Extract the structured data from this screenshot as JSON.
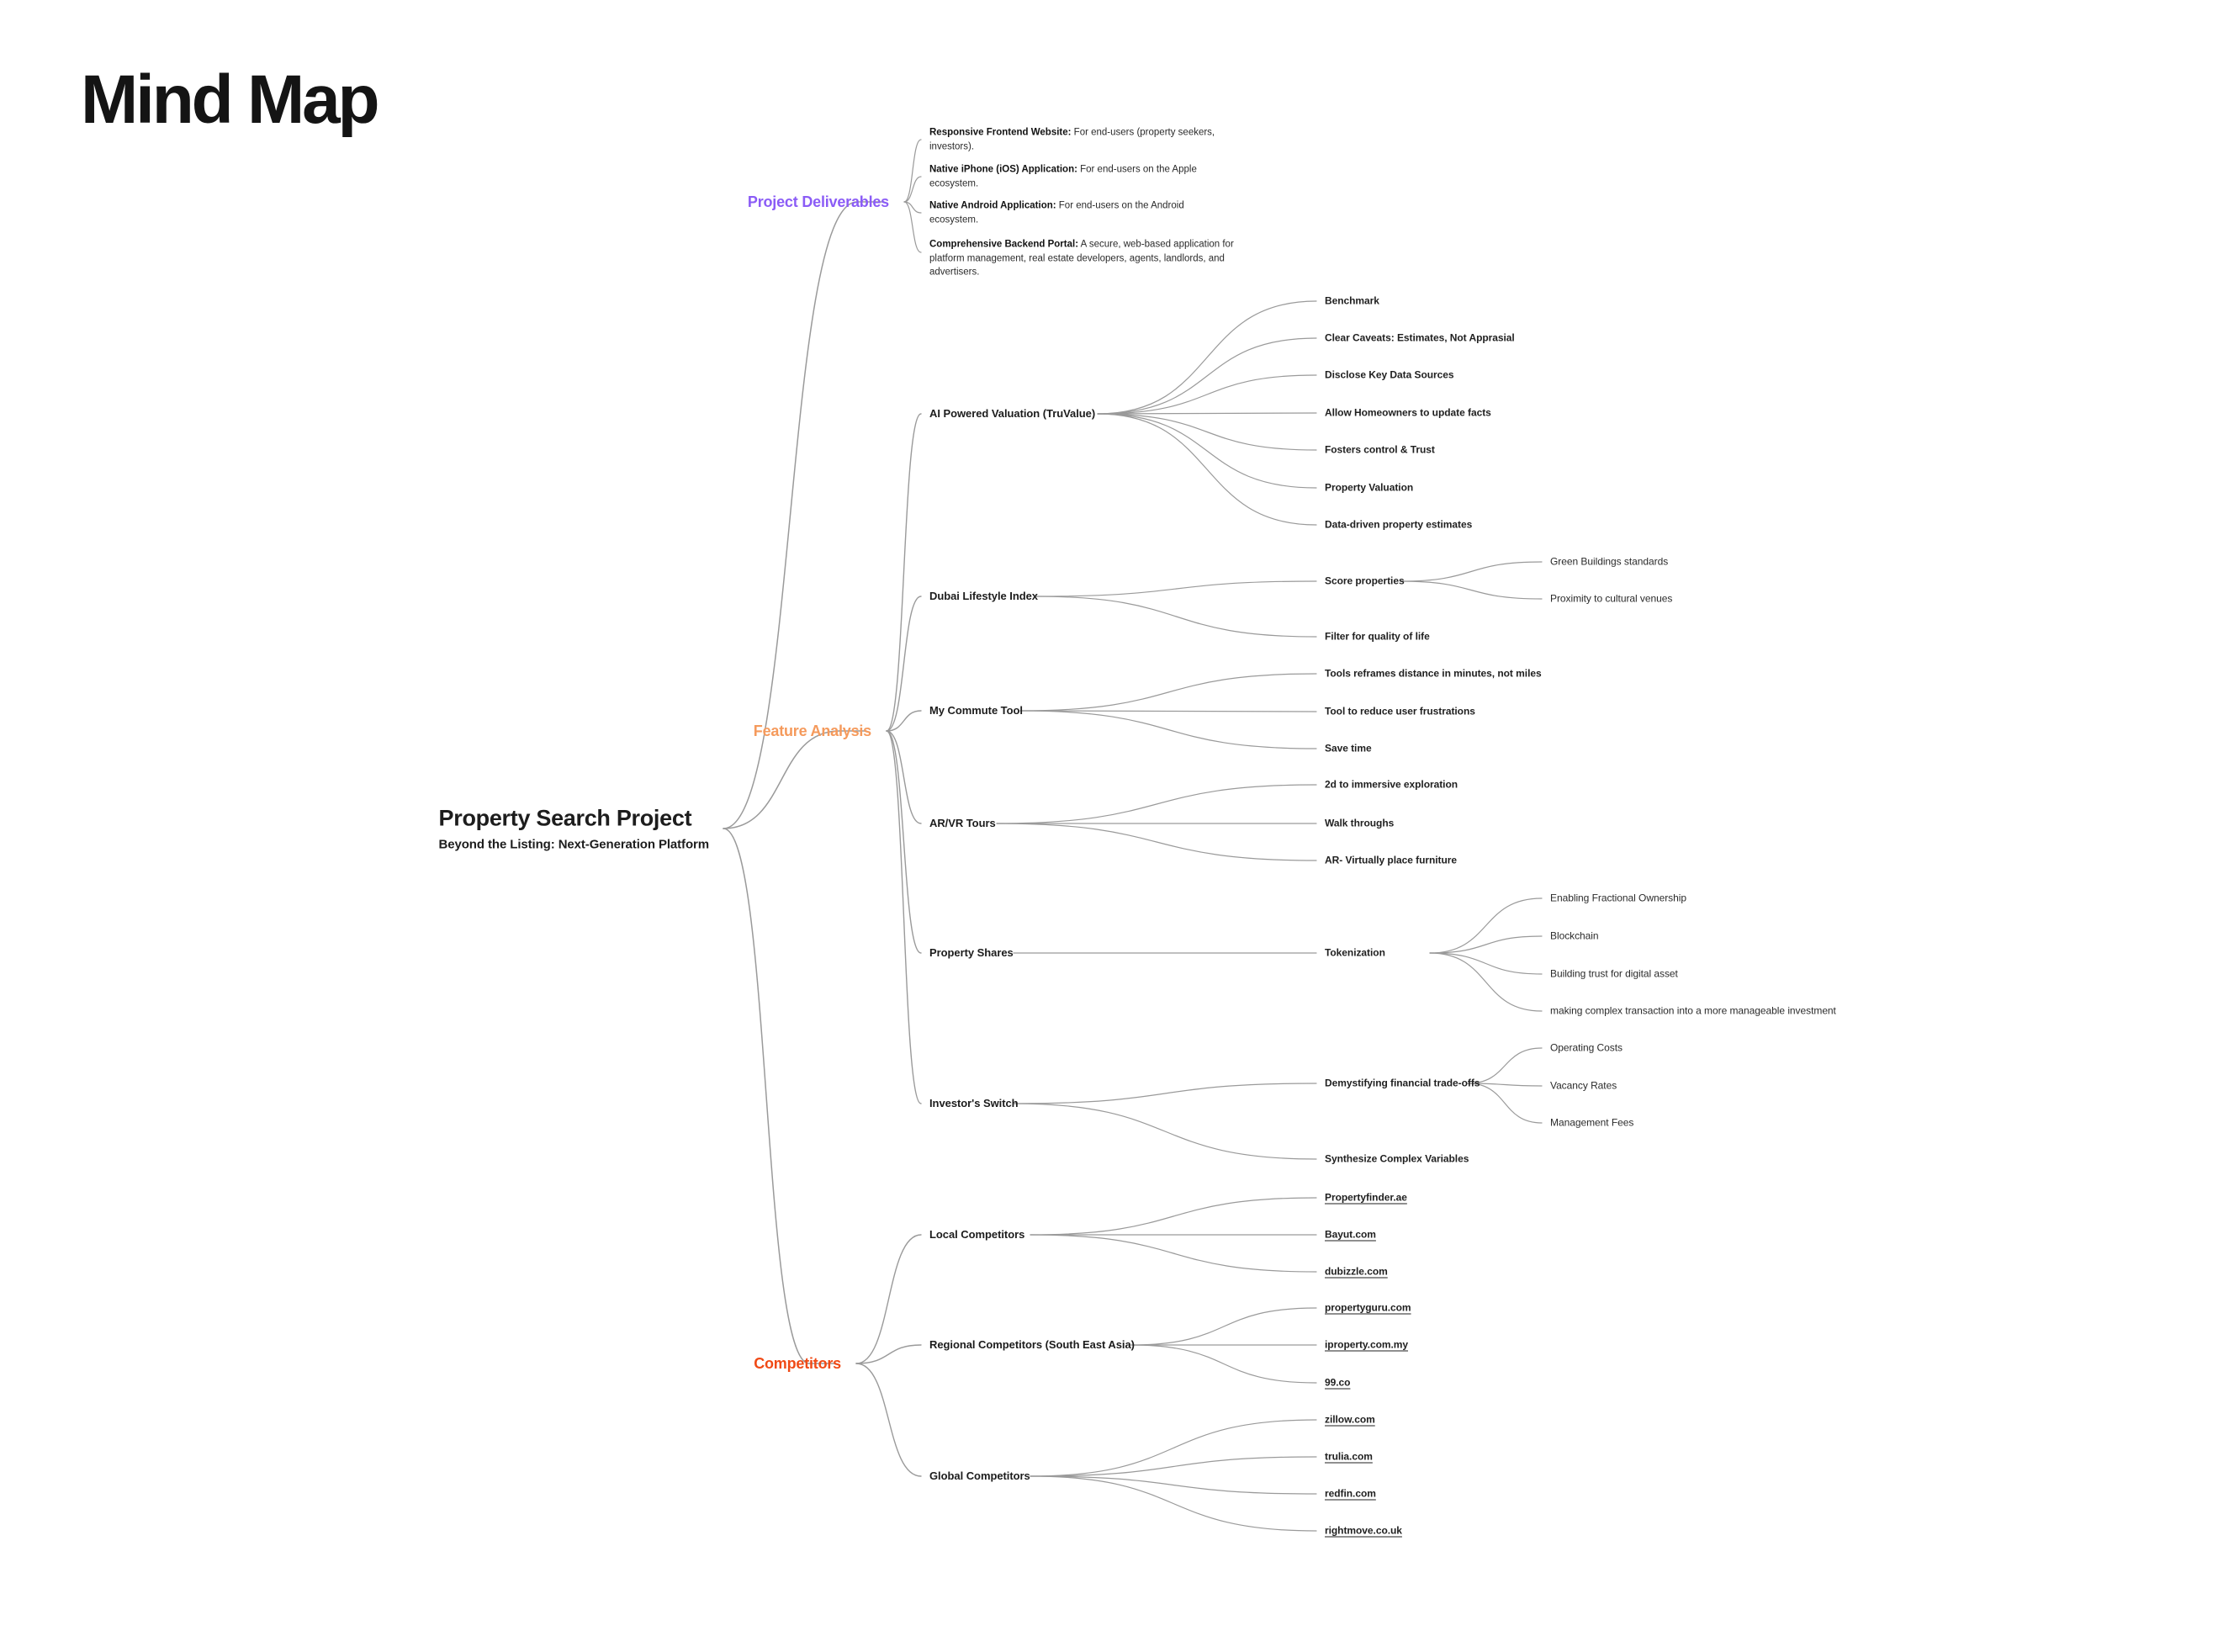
{
  "page": {
    "title": "Mind Map"
  },
  "colors": {
    "link_stroke": "#9a9a9a",
    "project_deliverables": "#8B5CF6",
    "feature_analysis": "#F59A5C",
    "competitors": "#F04A16",
    "text": "#1f1f1f",
    "background": "#ffffff"
  },
  "root": {
    "title": "Property Search Project",
    "subtitle": "Beyond the Listing: Next-Generation Platform"
  },
  "branches": [
    {
      "id": "project-deliverables",
      "label": "Project Deliverables",
      "color": "#8B5CF6",
      "children": [
        {
          "label_bold": "Responsive Frontend Website:",
          "label_rest": " For end-users (property seekers, investors)."
        },
        {
          "label_bold": "Native iPhone (iOS) Application:",
          "label_rest": " For end-users on the Apple ecosystem."
        },
        {
          "label_bold": "Native Android Application:",
          "label_rest": " For end-users on the Android ecosystem."
        },
        {
          "label_bold": "Comprehensive Backend Portal:",
          "label_rest": " A secure, web-based application for platform management, real estate developers, agents, landlords, and advertisers."
        }
      ]
    },
    {
      "id": "feature-analysis",
      "label": "Feature Analysis",
      "color": "#F59A5C",
      "topics": [
        {
          "label": "AI Powered Valuation (TruValue)",
          "children": [
            {
              "label": "Benchmark"
            },
            {
              "label": "Clear Caveats: Estimates, Not Apprasial"
            },
            {
              "label": "Disclose Key Data Sources"
            },
            {
              "label": "Allow Homeowners to update facts"
            },
            {
              "label": "Fosters control & Trust"
            },
            {
              "label": "Property Valuation"
            },
            {
              "label": "Data-driven property estimates"
            }
          ]
        },
        {
          "label": "Dubai Lifestyle Index",
          "children": [
            {
              "label": "Score properties",
              "children": [
                {
                  "label": "Green Buildings standards"
                },
                {
                  "label": "Proximity to cultural venues"
                }
              ]
            },
            {
              "label": "Filter for quality of life"
            }
          ]
        },
        {
          "label": "My Commute Tool",
          "children": [
            {
              "label": "Tools reframes distance in minutes, not miles"
            },
            {
              "label": "Tool to reduce user frustrations"
            },
            {
              "label": "Save time"
            }
          ]
        },
        {
          "label": "AR/VR Tours",
          "children": [
            {
              "label": "2d to immersive exploration"
            },
            {
              "label": "Walk throughs"
            },
            {
              "label": "AR- Virtually place furniture"
            }
          ]
        },
        {
          "label": "Property Shares",
          "children": [
            {
              "label": "Tokenization",
              "children": [
                {
                  "label": "Enabling Fractional Ownership"
                },
                {
                  "label": "Blockchain"
                },
                {
                  "label": "Building trust for digital asset"
                },
                {
                  "label": "making complex transaction into a more manageable investment"
                }
              ]
            }
          ]
        },
        {
          "label": "Investor's Switch",
          "children": [
            {
              "label": "Demystifying financial trade-offs",
              "children": [
                {
                  "label": "Operating Costs"
                },
                {
                  "label": "Vacancy Rates"
                },
                {
                  "label": "Management Fees"
                }
              ]
            },
            {
              "label": "Synthesize Complex Variables"
            }
          ]
        }
      ]
    },
    {
      "id": "competitors",
      "label": "Competitors",
      "color": "#F04A16",
      "topics": [
        {
          "label": "Local Competitors",
          "children": [
            {
              "label": "Propertyfinder.ae",
              "link": true
            },
            {
              "label": "Bayut.com",
              "link": true
            },
            {
              "label": "dubizzle.com",
              "link": true
            }
          ]
        },
        {
          "label": "Regional Competitors (South East Asia)",
          "children": [
            {
              "label": "propertyguru.com",
              "link": true
            },
            {
              "label": "iproperty.com.my",
              "link": true
            },
            {
              "label": "99.co",
              "link": true
            }
          ]
        },
        {
          "label": "Global Competitors",
          "children": [
            {
              "label": "zillow.com",
              "link": true
            },
            {
              "label": "trulia.com",
              "link": true
            },
            {
              "label": "redfin.com",
              "link": true
            },
            {
              "label": "rightmove.co.uk",
              "link": true
            }
          ]
        }
      ]
    }
  ]
}
